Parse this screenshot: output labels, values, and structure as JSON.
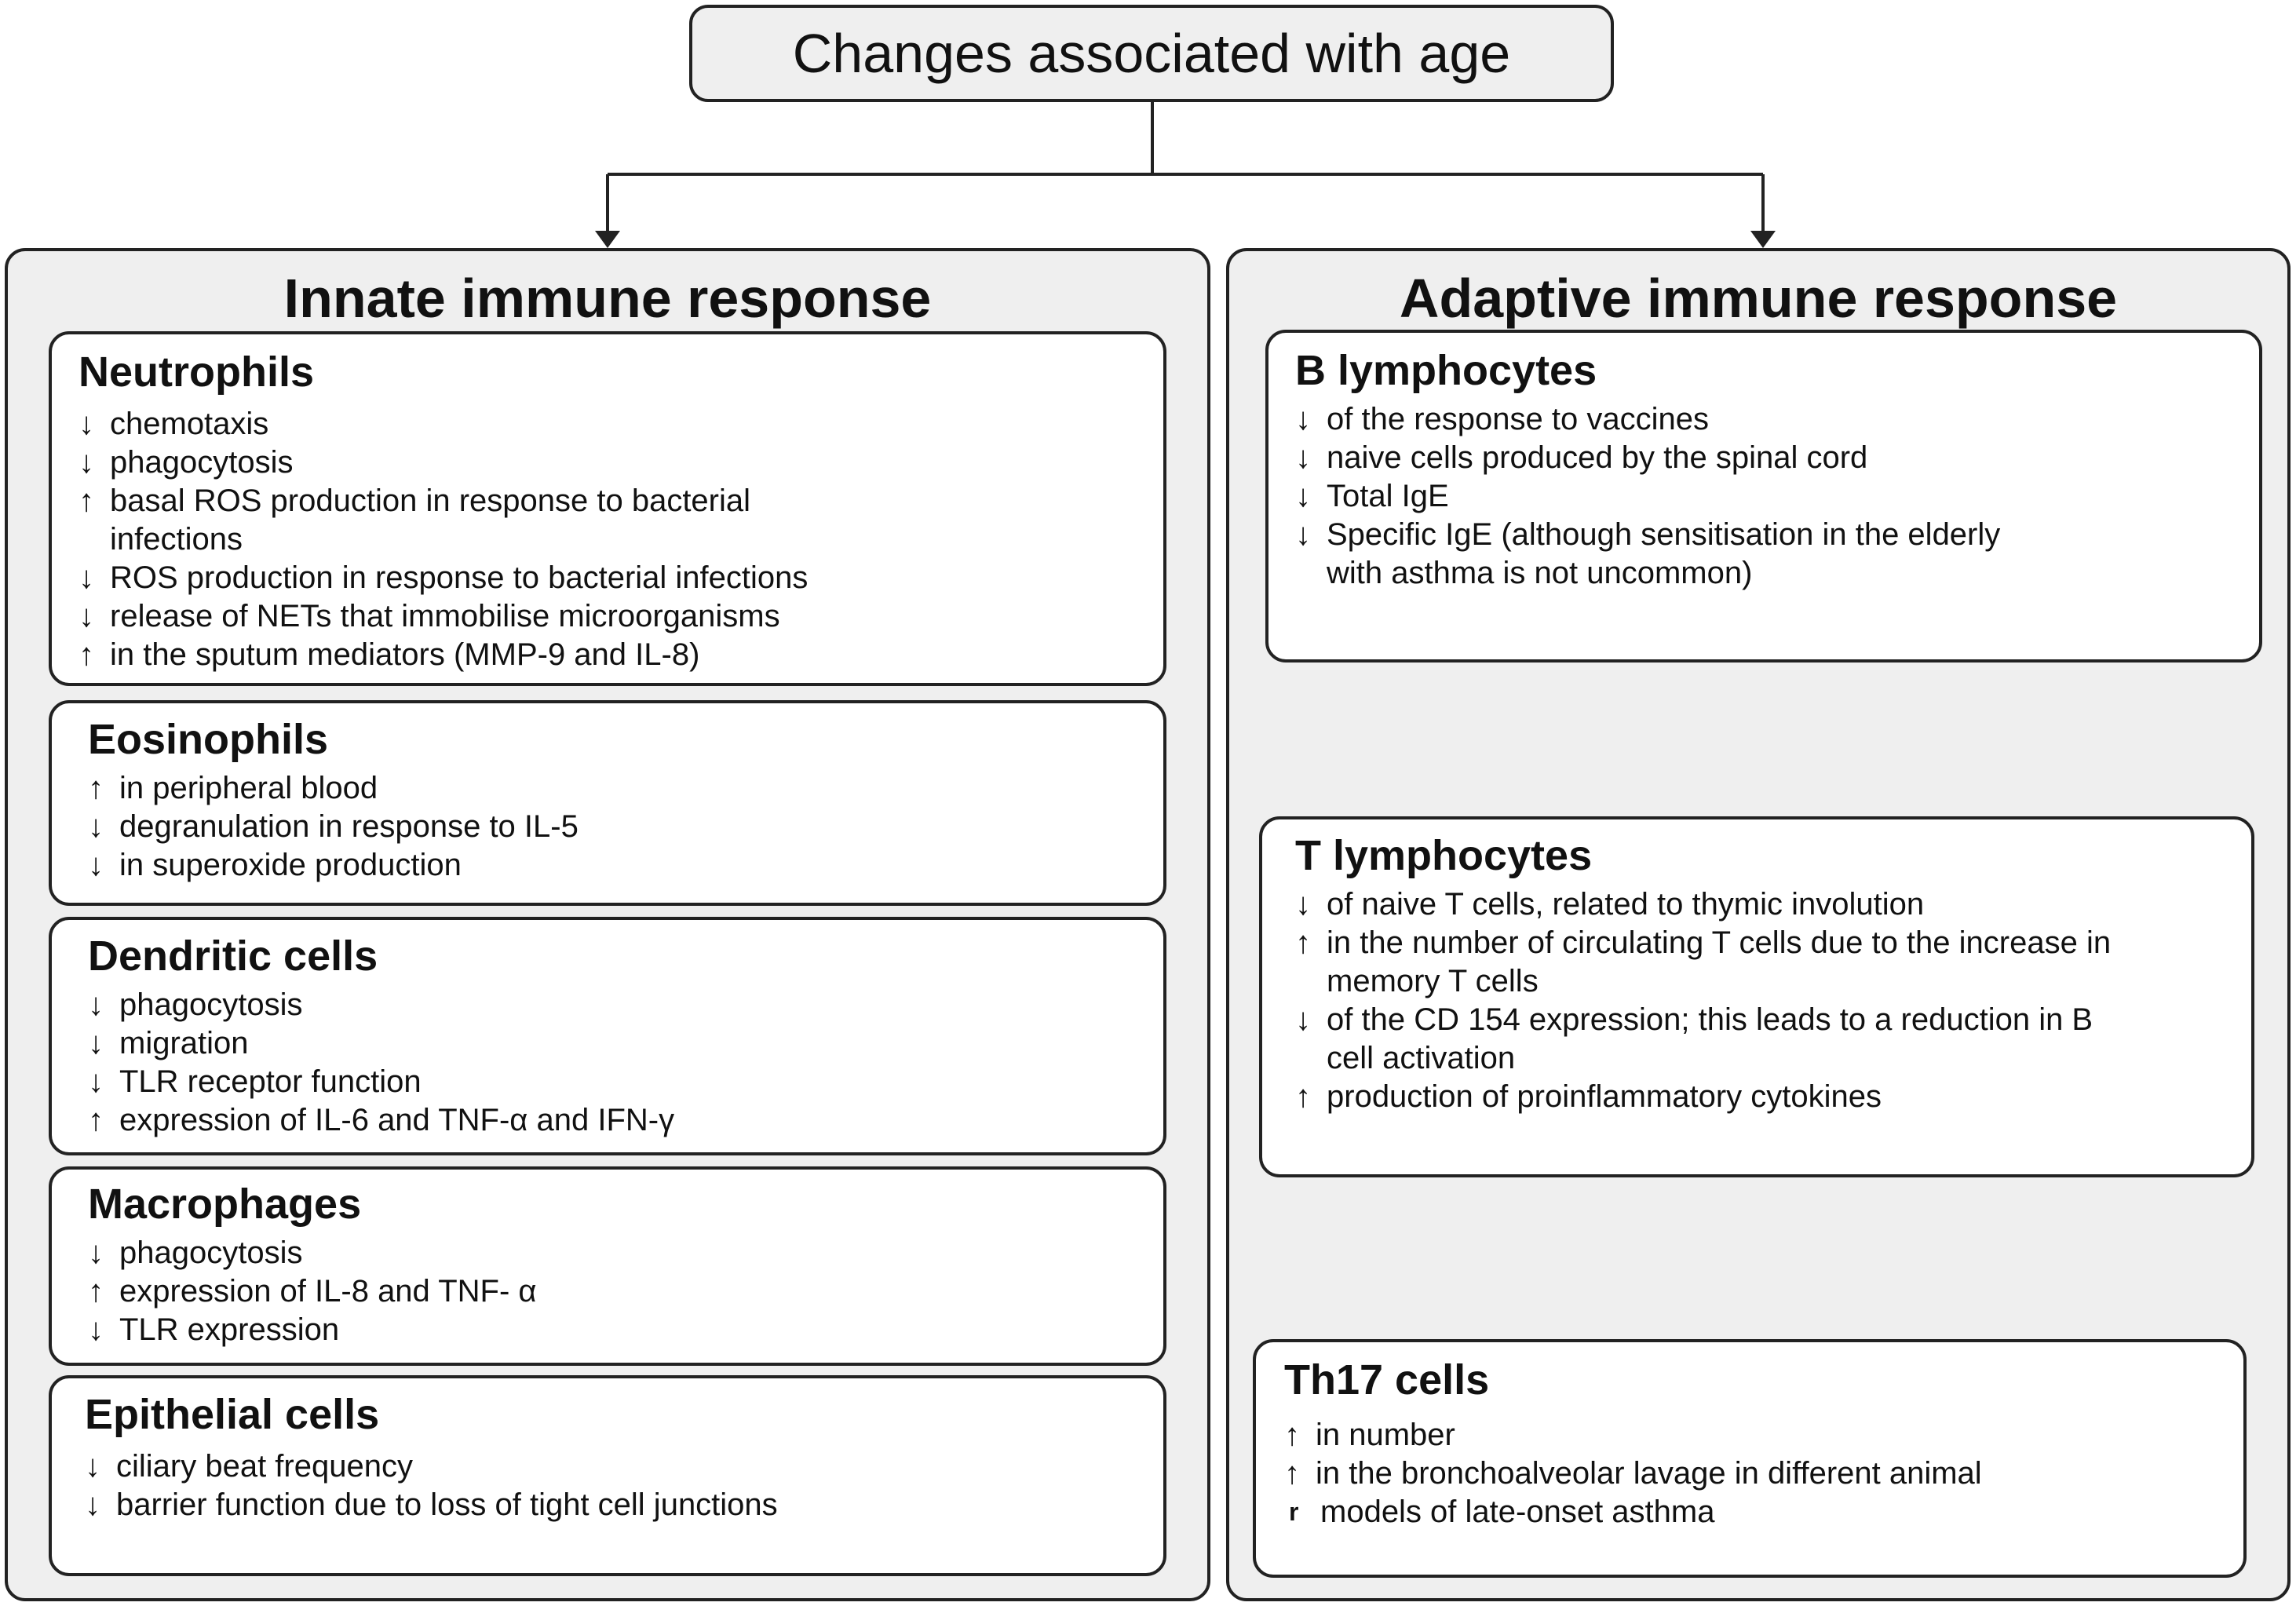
{
  "root": {
    "title": "Changes associated with age"
  },
  "innate": {
    "title": "Innate immune response",
    "cards": [
      {
        "title": "Neutrophils",
        "items": [
          {
            "arrow": "↓",
            "text": "chemotaxis"
          },
          {
            "arrow": "↓",
            "text": "phagocytosis"
          },
          {
            "arrow": "↑",
            "text": "basal ROS production in response to bacterial infections"
          },
          {
            "arrow": "↓",
            "text": "ROS production in response to bacterial infections"
          },
          {
            "arrow": "↓",
            "text": "release of NETs that immobilise microorganisms"
          },
          {
            "arrow": "↑",
            "text": "in the sputum mediators (MMP-9 and IL-8)"
          }
        ]
      },
      {
        "title": "Eosinophils",
        "items": [
          {
            "arrow": "↑",
            "text": "in peripheral blood"
          },
          {
            "arrow": "↓",
            "text": "degranulation in response to IL-5"
          },
          {
            "arrow": "↓",
            "text": "in superoxide production"
          }
        ]
      },
      {
        "title": "Dendritic cells",
        "items": [
          {
            "arrow": "↓",
            "text": "phagocytosis"
          },
          {
            "arrow": "↓",
            "text": "migration"
          },
          {
            "arrow": "↓",
            "text": "TLR receptor function"
          },
          {
            "arrow": "↑",
            "text": "expression of IL-6 and TNF-α and IFN-γ"
          }
        ]
      },
      {
        "title": "Macrophages",
        "items": [
          {
            "arrow": "↓",
            "text": "phagocytosis"
          },
          {
            "arrow": "↑",
            "text": "expression of IL-8 and TNF- α"
          },
          {
            "arrow": "↓",
            "text": "TLR expression"
          }
        ]
      },
      {
        "title": "Epithelial cells",
        "items": [
          {
            "arrow": "↓",
            "text": "ciliary beat frequency"
          },
          {
            "arrow": "↓",
            "text": "barrier function due to loss of tight cell junctions"
          }
        ]
      }
    ]
  },
  "adaptive": {
    "title": "Adaptive immune response",
    "cards": [
      {
        "title": "B lymphocytes",
        "items": [
          {
            "arrow": "↓",
            "text": "of the response to vaccines"
          },
          {
            "arrow": "↓",
            "text": "naive cells produced by the spinal cord"
          },
          {
            "arrow": "↓",
            "text": "Total IgE"
          },
          {
            "arrow": "↓",
            "text": "Specific IgE (although sensitisation in the elderly with asthma is not uncommon)"
          }
        ]
      },
      {
        "title": "T lymphocytes",
        "items": [
          {
            "arrow": "↓",
            "text": "of naive T cells, related to thymic involution"
          },
          {
            "arrow": "↑",
            "text": "in the number of circulating T cells due to the increase in memory T cells"
          },
          {
            "arrow": "↓",
            "text": "of the CD 154 expression; this leads to a reduction in B cell activation"
          },
          {
            "arrow": "↑",
            "text": "production of proinflammatory cytokines"
          }
        ]
      },
      {
        "title": "Th17 cells",
        "items": [
          {
            "arrow": "↑",
            "text": "in number"
          },
          {
            "arrow": "↑",
            "text": "in the bronchoalveolar lavage in different animal"
          },
          {
            "arrow": "r",
            "text": "models of late-onset asthma"
          }
        ]
      }
    ]
  }
}
